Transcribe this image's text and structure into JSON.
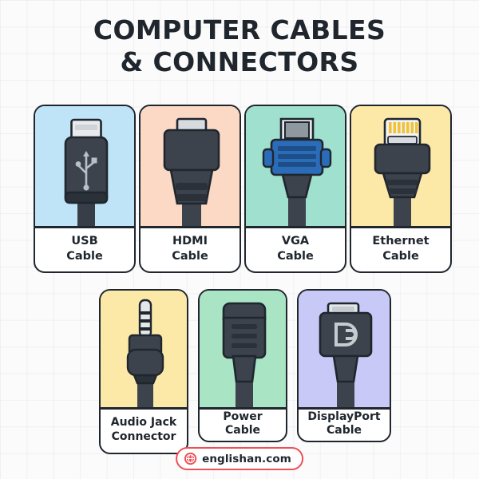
{
  "title": {
    "line1": "COMPUTER CABLES",
    "line2": "& CONNECTORS"
  },
  "cards": [
    {
      "id": "usb",
      "label_line1": "USB",
      "label_line2": "Cable",
      "bg": "#bfe3f7",
      "icon": "usb-connector-icon"
    },
    {
      "id": "hdmi",
      "label_line1": "HDMI",
      "label_line2": "Cable",
      "bg": "#fbd9c4",
      "icon": "hdmi-connector-icon"
    },
    {
      "id": "vga",
      "label_line1": "VGA",
      "label_line2": "Cable",
      "bg": "#9fe0cf",
      "icon": "vga-connector-icon"
    },
    {
      "id": "ethernet",
      "label_line1": "Ethernet",
      "label_line2": "Cable",
      "bg": "#fce9a8",
      "icon": "ethernet-rj45-icon"
    },
    {
      "id": "audio-jack",
      "label_line1": "Audio Jack",
      "label_line2": "Connector",
      "bg": "#fce9a8",
      "icon": "audio-jack-icon"
    },
    {
      "id": "power",
      "label_line1": "Power",
      "label_line2": "Cable",
      "bg": "#a9e4c4",
      "icon": "power-iec-connector-icon"
    },
    {
      "id": "displayport",
      "label_line1": "DisplayPort",
      "label_line2": "Cable",
      "bg": "#c8c9f6",
      "icon": "displayport-connector-icon"
    }
  ],
  "footer": {
    "site": "englishan.com",
    "icon": "globe-icon",
    "accent": "#ee4f56"
  },
  "colors": {
    "ink": "#20262e",
    "connector_dark": "#3c434c",
    "connector_darker": "#2b3139",
    "metal": "#e8eaed",
    "vga_blue": "#2b6cb8",
    "page_bg": "#fbfbfb"
  }
}
